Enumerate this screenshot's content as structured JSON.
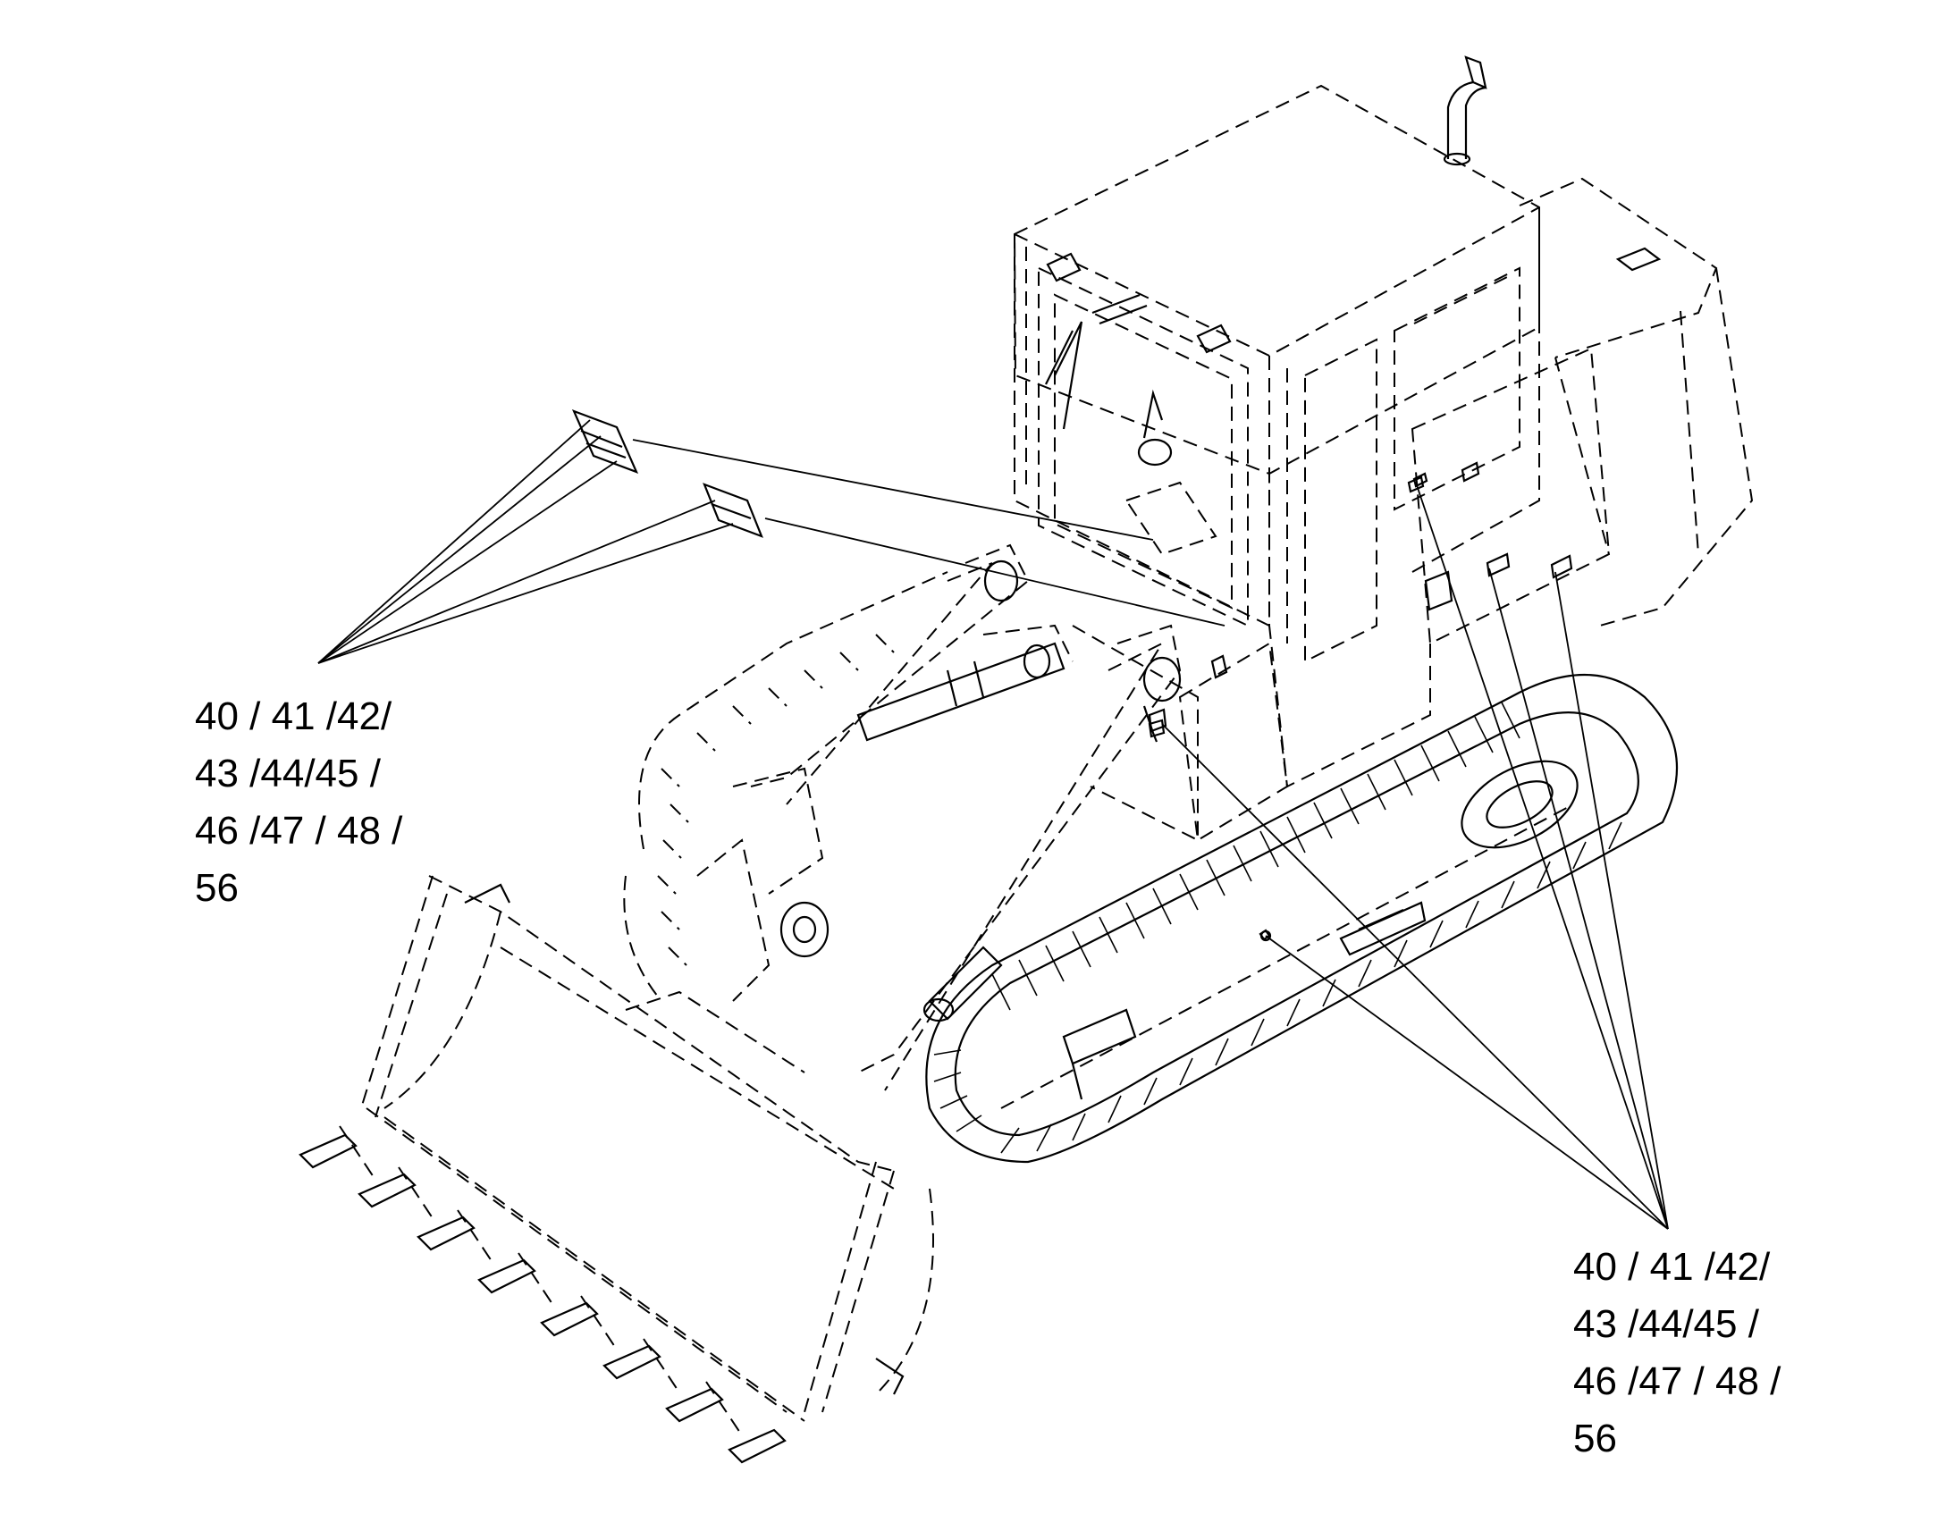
{
  "diagram": {
    "callouts": [
      {
        "id": "left",
        "lines": [
          "40 / 41 /42/",
          "43 /44/45 /",
          "46 /47 / 48 /",
          "56"
        ]
      },
      {
        "id": "right",
        "lines": [
          "40 / 41 /42/",
          "43 /44/45 /",
          "46 /47 / 48 /",
          "56"
        ]
      }
    ]
  }
}
